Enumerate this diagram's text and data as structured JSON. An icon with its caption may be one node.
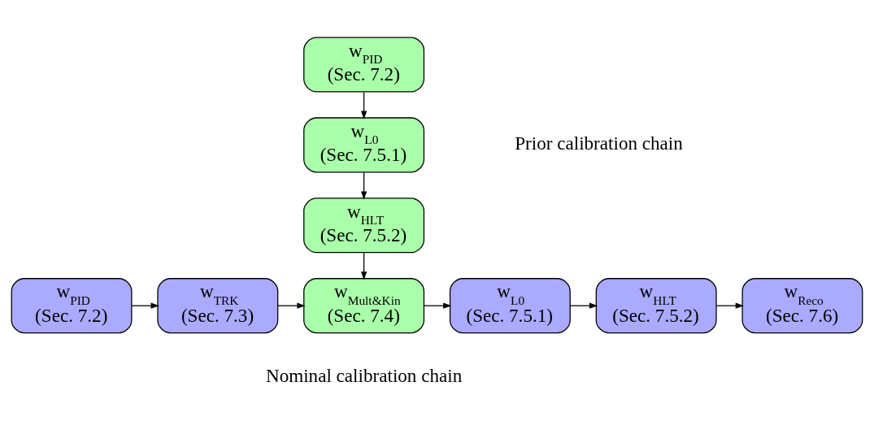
{
  "diagram": {
    "nodes": [
      {
        "text": [
          "w$_{PID}$",
          "(Sec. 7.2)"
        ]
      },
      {
        "text": [
          "w$_{L0}$",
          "(Sec. 7.5.1)"
        ]
      },
      {
        "text": [
          "w$_{HLT}$",
          "(Sec. 7.5.2)"
        ]
      },
      {
        "text": [
          "w$_{PID}$",
          "(Sec. 7.2)"
        ]
      },
      {
        "text": [
          "w$_{TRK}$",
          "(Sec. 7.3)"
        ]
      },
      {
        "text": [
          "w$_{Mult&Kin}$",
          "(Sec. 7.4)"
        ]
      },
      {
        "text": [
          "w$_{L0}$",
          "(Sec. 7.5.1)"
        ]
      },
      {
        "text": [
          "w$_{HLT}$",
          "(Sec. 7.5.2)"
        ]
      },
      {
        "text": [
          "w$_{Reco}$",
          "(Sec. 7.6)"
        ]
      }
    ],
    "edges": [
      {
        "from": 0,
        "to": 1,
        "arrow": "to"
      },
      {
        "from": 1,
        "to": 2,
        "arrow": "to"
      },
      {
        "from": 2,
        "to": 5,
        "arrow": "to"
      },
      {
        "from": 3,
        "to": 4,
        "arrow": "to"
      },
      {
        "from": 4,
        "to": 5,
        "arrow": "to"
      },
      {
        "from": 5,
        "to": 6,
        "arrow": "to"
      },
      {
        "from": 6,
        "to": 7,
        "arrow": "to"
      },
      {
        "from": 7,
        "to": 8,
        "arrow": "to"
      }
    ],
    "labels": [
      "Prior calibration chain",
      "Nominal calibration chain"
    ]
  }
}
